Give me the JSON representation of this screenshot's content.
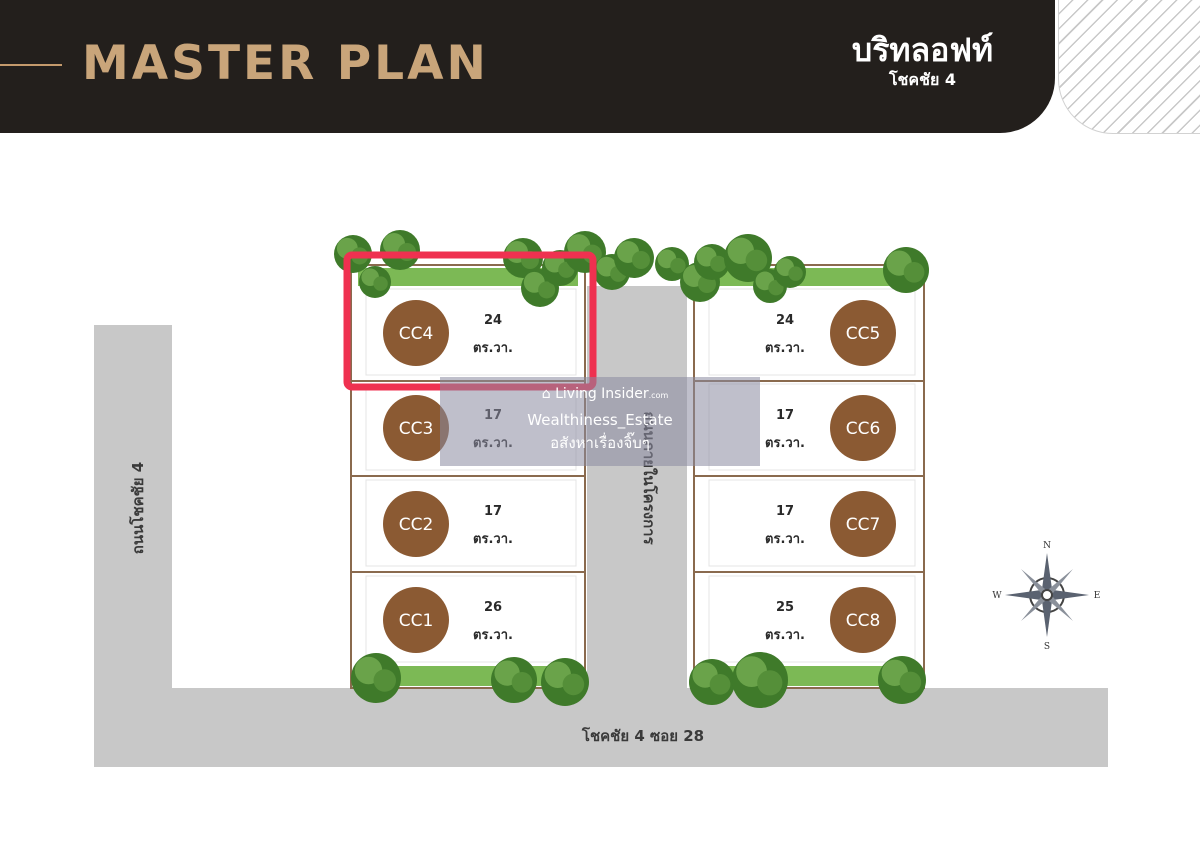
{
  "header": {
    "title": "MASTER PLAN",
    "brand_name": "บริทลอฟท์",
    "brand_subtitle": "โชคชัย 4"
  },
  "plots": [
    {
      "id": "CC4",
      "area": "24",
      "unit": "ตร.วา."
    },
    {
      "id": "CC3",
      "area": "17",
      "unit": "ตร.วา."
    },
    {
      "id": "CC2",
      "area": "17",
      "unit": "ตร.วา."
    },
    {
      "id": "CC1",
      "area": "26",
      "unit": "ตร.วา."
    },
    {
      "id": "CC5",
      "area": "24",
      "unit": "ตร.วา."
    },
    {
      "id": "CC6",
      "area": "17",
      "unit": "ตร.วา."
    },
    {
      "id": "CC7",
      "area": "17",
      "unit": "ตร.วา."
    },
    {
      "id": "CC8",
      "area": "25",
      "unit": "ตร.วา."
    }
  ],
  "roads": {
    "left": "ถนนโชคชัย 4",
    "bottom": "โชคชัย 4 ซอย 28",
    "internal": "ถนนภายในโครงการ"
  },
  "compass": {
    "n": "N",
    "e": "E",
    "s": "S",
    "w": "W"
  },
  "watermark": {
    "brand": "Living Insider",
    "brand_suffix": ".com",
    "line1": "Wealthiness_Estate",
    "line2": "อสังหาเรื่องจิ๊บๆ"
  },
  "colors": {
    "header_bg": "#231f1c",
    "title_gold": "#c9a57a",
    "plot_circle": "#8b5a33",
    "highlight": "#ef3150",
    "road": "#c8c8c8",
    "lawn": "#7cb955"
  }
}
